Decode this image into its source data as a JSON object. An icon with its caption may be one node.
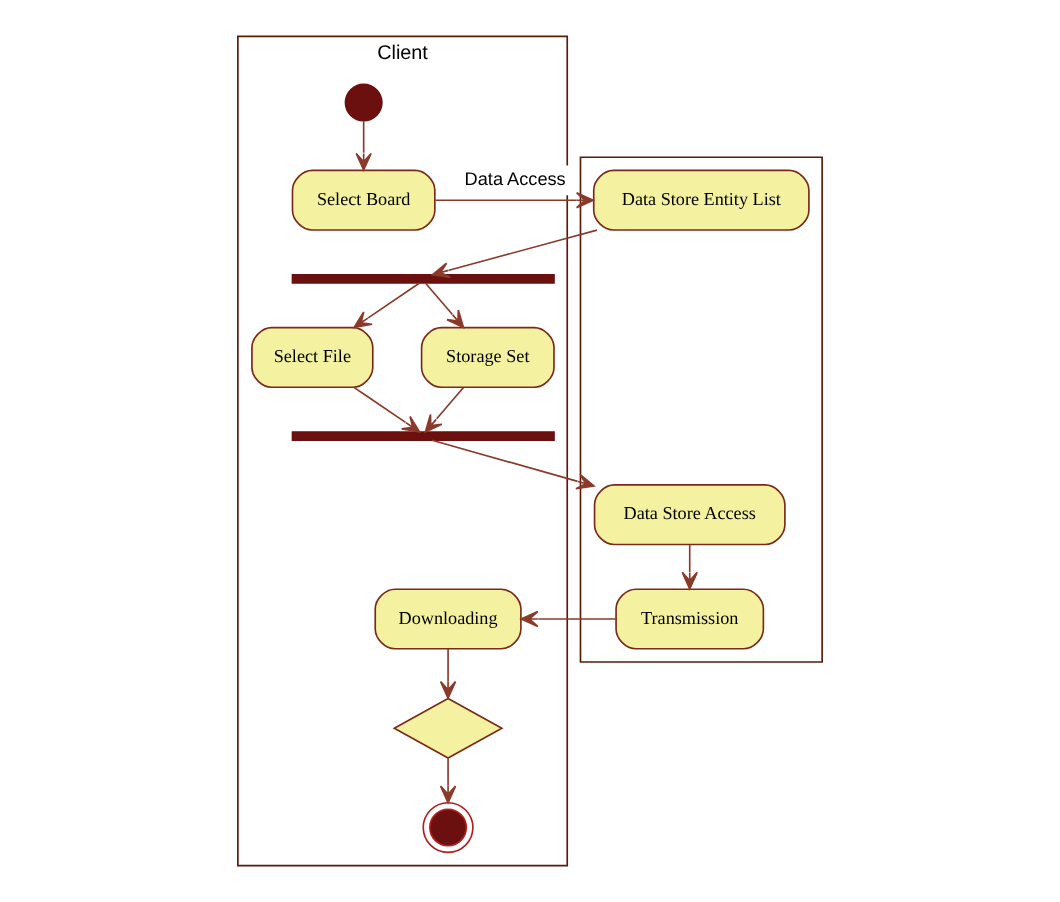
{
  "diagram": {
    "nodes": [
      {
        "text": [
          "Client"
        ]
      },
      {
        "text": [],
        "shape": "box"
      },
      {
        "text": [],
        "shape": "circle",
        "in": 0
      },
      {
        "text": [
          "Select Board"
        ],
        "in": 0
      },
      {
        "text": [
          "Data Store Entity List"
        ],
        "in": 1
      },
      {
        "text": [],
        "shape": "bar",
        "in": 0
      },
      {
        "text": [
          "Select File"
        ],
        "in": 0
      },
      {
        "text": [
          "Storage Set"
        ],
        "in": 0
      },
      {
        "text": [],
        "shape": "bar",
        "in": 0
      },
      {
        "text": [
          "Data Store Access"
        ],
        "in": 1
      },
      {
        "text": [
          "Downloading"
        ],
        "in": 0
      },
      {
        "text": [
          "Transmission"
        ],
        "in": 1
      },
      {
        "text": [],
        "shape": "diamond",
        "in": 0
      },
      {
        "text": [],
        "shape": "circle",
        "in": 0
      }
    ],
    "edges": [
      {
        "from": 2,
        "to": 3,
        "arrow": "to"
      },
      {
        "from": 3,
        "to": 4,
        "arrow": "to",
        "label": "Data Access"
      },
      {
        "from": 4,
        "to": 5,
        "arrow": "to"
      },
      {
        "from": 5,
        "to": 6,
        "arrow": "to"
      },
      {
        "from": 5,
        "to": 7,
        "arrow": "to"
      },
      {
        "from": 6,
        "to": 8,
        "arrow": "to"
      },
      {
        "from": 7,
        "to": 8,
        "arrow": "to"
      },
      {
        "from": 8,
        "to": 9,
        "arrow": "to"
      },
      {
        "from": 9,
        "to": 11,
        "arrow": "to"
      },
      {
        "from": 11,
        "to": 10,
        "arrow": "to"
      },
      {
        "from": 10,
        "to": 12,
        "arrow": "to"
      },
      {
        "from": 12,
        "to": 13,
        "arrow": "to"
      }
    ]
  }
}
